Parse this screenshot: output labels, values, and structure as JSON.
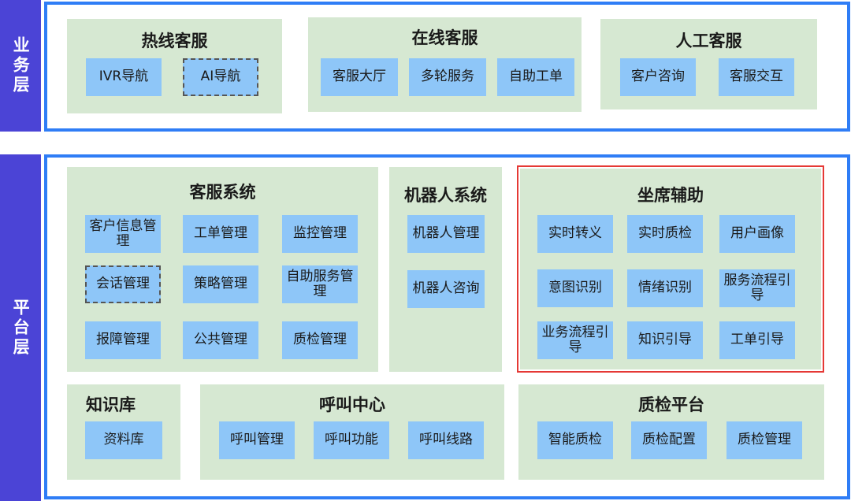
{
  "layers": {
    "business": "业务层",
    "platform": "平台层"
  },
  "business": {
    "hotline": {
      "title": "热线客服",
      "items": [
        "IVR导航",
        "AI导航"
      ]
    },
    "online": {
      "title": "在线客服",
      "items": [
        "客服大厅",
        "多轮服务",
        "自助工单"
      ]
    },
    "manual": {
      "title": "人工客服",
      "items": [
        "客户咨询",
        "客服交互"
      ]
    }
  },
  "platform": {
    "cs_system": {
      "title": "客服系统",
      "items": [
        "客户信息管理",
        "工单管理",
        "监控管理",
        "会话管理",
        "策略管理",
        "自助服务管理",
        "报障管理",
        "公共管理",
        "质检管理"
      ]
    },
    "robot": {
      "title": "机器人系统",
      "items": [
        "机器人管理",
        "机器人咨询"
      ]
    },
    "agent_assist": {
      "title": "坐席辅助",
      "items": [
        "实时转义",
        "实时质检",
        "用户画像",
        "意图识别",
        "情绪识别",
        "服务流程引导",
        "业务流程引导",
        "知识引导",
        "工单引导"
      ]
    },
    "knowledge": {
      "title": "知识库",
      "items": [
        "资料库"
      ]
    },
    "call_center": {
      "title": "呼叫中心",
      "items": [
        "呼叫管理",
        "呼叫功能",
        "呼叫线路"
      ]
    },
    "qa_platform": {
      "title": "质检平台",
      "items": [
        "智能质检",
        "质检配置",
        "质检管理"
      ]
    }
  },
  "colors": {
    "layer_tag": "#4b44d6",
    "frame": "#2f7df6",
    "panel": "#d6e8d2",
    "box": "#8ec6f8",
    "highlight": "#e53935"
  }
}
